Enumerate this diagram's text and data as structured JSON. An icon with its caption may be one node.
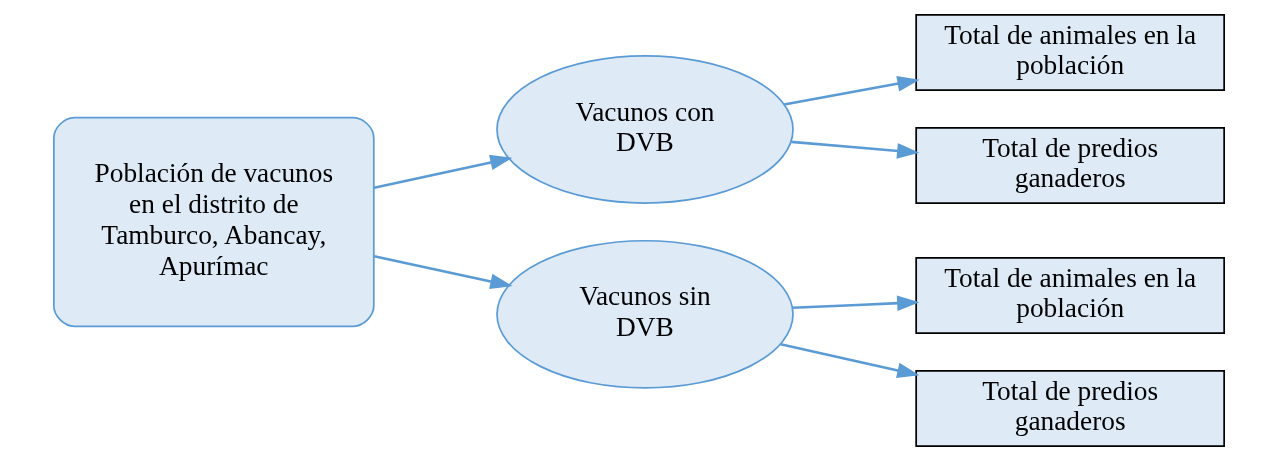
{
  "diagram": {
    "nodes": [
      {
        "text": [
          "Población de vacunos en el distrito de Tamburco, Abancay, Apurímac"
        ]
      },
      {
        "text": [
          "Vacunos con DVB"
        ]
      },
      {
        "text": [
          "Vacunos sin DVB"
        ]
      },
      {
        "text": [
          "Total de animales en la población"
        ]
      },
      {
        "text": [
          "Total de predios ganaderos"
        ]
      },
      {
        "text": [
          "Total de animales en la población"
        ]
      },
      {
        "text": [
          "Total de predios ganaderos"
        ]
      }
    ],
    "edges": [
      {
        "from": 0,
        "to": 1,
        "arrow": "to"
      },
      {
        "from": 0,
        "to": 2,
        "arrow": "to"
      },
      {
        "from": 1,
        "to": 3,
        "arrow": "to"
      },
      {
        "from": 1,
        "to": 4,
        "arrow": "to"
      },
      {
        "from": 2,
        "to": 5,
        "arrow": "to"
      },
      {
        "from": 2,
        "to": 6,
        "arrow": "to"
      }
    ]
  }
}
